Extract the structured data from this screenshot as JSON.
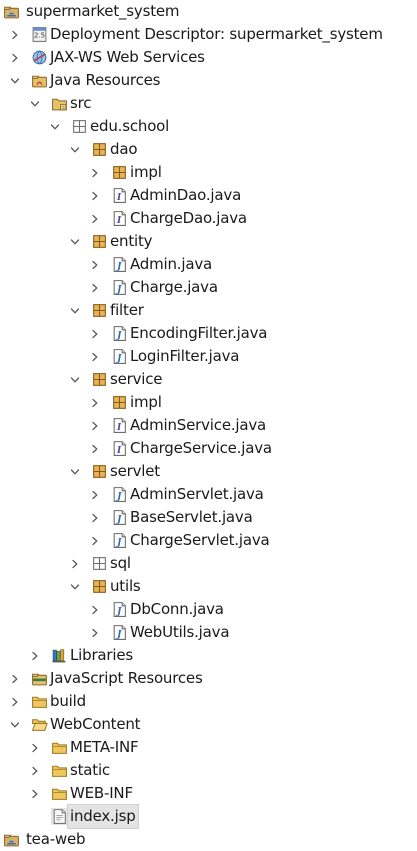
{
  "tree": [
    {
      "label": "supermarket_system",
      "depth": 0,
      "twisty": "none",
      "icon": "project-icon"
    },
    {
      "label": "Deployment Descriptor: supermarket_system",
      "depth": 1,
      "twisty": "collapsed",
      "icon": "deployment-descriptor-icon"
    },
    {
      "label": "JAX-WS Web Services",
      "depth": 1,
      "twisty": "collapsed",
      "icon": "web-services-icon"
    },
    {
      "label": "Java Resources",
      "depth": 1,
      "twisty": "expanded",
      "icon": "java-resources-icon"
    },
    {
      "label": "src",
      "depth": 2,
      "twisty": "expanded",
      "icon": "source-folder-icon"
    },
    {
      "label": "edu.school",
      "depth": 3,
      "twisty": "expanded",
      "icon": "empty-package-icon"
    },
    {
      "label": "dao",
      "depth": 4,
      "twisty": "expanded",
      "icon": "package-icon"
    },
    {
      "label": "impl",
      "depth": 5,
      "twisty": "collapsed",
      "icon": "package-icon"
    },
    {
      "label": "AdminDao.java",
      "depth": 5,
      "twisty": "collapsed",
      "icon": "java-interface-file-icon"
    },
    {
      "label": "ChargeDao.java",
      "depth": 5,
      "twisty": "collapsed",
      "icon": "java-interface-file-icon"
    },
    {
      "label": "entity",
      "depth": 4,
      "twisty": "expanded",
      "icon": "package-icon"
    },
    {
      "label": "Admin.java",
      "depth": 5,
      "twisty": "collapsed",
      "icon": "java-file-icon"
    },
    {
      "label": "Charge.java",
      "depth": 5,
      "twisty": "collapsed",
      "icon": "java-file-icon"
    },
    {
      "label": "filter",
      "depth": 4,
      "twisty": "expanded",
      "icon": "package-icon"
    },
    {
      "label": "EncodingFilter.java",
      "depth": 5,
      "twisty": "collapsed",
      "icon": "java-file-icon"
    },
    {
      "label": "LoginFilter.java",
      "depth": 5,
      "twisty": "collapsed",
      "icon": "java-file-icon"
    },
    {
      "label": "service",
      "depth": 4,
      "twisty": "expanded",
      "icon": "package-icon"
    },
    {
      "label": "impl",
      "depth": 5,
      "twisty": "collapsed",
      "icon": "package-icon"
    },
    {
      "label": "AdminService.java",
      "depth": 5,
      "twisty": "collapsed",
      "icon": "java-interface-file-icon"
    },
    {
      "label": "ChargeService.java",
      "depth": 5,
      "twisty": "collapsed",
      "icon": "java-interface-file-icon"
    },
    {
      "label": "servlet",
      "depth": 4,
      "twisty": "expanded",
      "icon": "package-icon"
    },
    {
      "label": "AdminServlet.java",
      "depth": 5,
      "twisty": "collapsed",
      "icon": "java-file-icon"
    },
    {
      "label": "BaseServlet.java",
      "depth": 5,
      "twisty": "collapsed",
      "icon": "java-file-icon"
    },
    {
      "label": "ChargeServlet.java",
      "depth": 5,
      "twisty": "collapsed",
      "icon": "java-file-icon"
    },
    {
      "label": "sql",
      "depth": 4,
      "twisty": "collapsed",
      "icon": "empty-package-icon"
    },
    {
      "label": "utils",
      "depth": 4,
      "twisty": "expanded",
      "icon": "package-icon"
    },
    {
      "label": "DbConn.java",
      "depth": 5,
      "twisty": "collapsed",
      "icon": "java-file-icon"
    },
    {
      "label": "WebUtils.java",
      "depth": 5,
      "twisty": "collapsed",
      "icon": "java-file-icon"
    },
    {
      "label": "Libraries",
      "depth": 2,
      "twisty": "collapsed",
      "icon": "libraries-icon"
    },
    {
      "label": "JavaScript Resources",
      "depth": 1,
      "twisty": "collapsed",
      "icon": "javascript-resources-icon"
    },
    {
      "label": "build",
      "depth": 1,
      "twisty": "collapsed",
      "icon": "folder-icon"
    },
    {
      "label": "WebContent",
      "depth": 1,
      "twisty": "expanded",
      "icon": "folder-open-icon"
    },
    {
      "label": "META-INF",
      "depth": 2,
      "twisty": "collapsed",
      "icon": "folder-icon"
    },
    {
      "label": "static",
      "depth": 2,
      "twisty": "collapsed",
      "icon": "folder-icon"
    },
    {
      "label": "WEB-INF",
      "depth": 2,
      "twisty": "collapsed",
      "icon": "folder-icon"
    },
    {
      "label": "index.jsp",
      "depth": 2,
      "twisty": "none",
      "icon": "jsp-file-icon",
      "selected": true
    },
    {
      "label": "tea-web",
      "depth": 0,
      "twisty": "none",
      "icon": "project-icon"
    }
  ]
}
